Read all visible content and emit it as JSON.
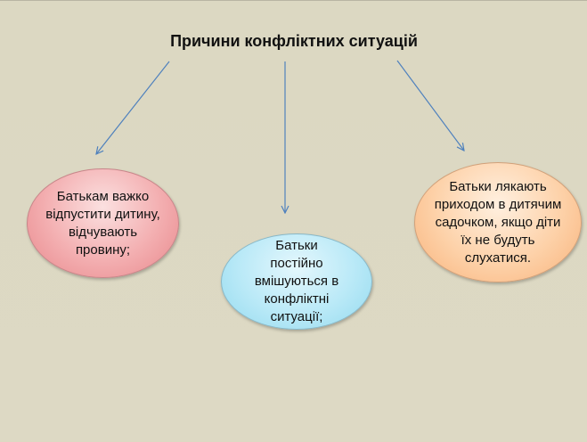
{
  "title": "Причини конфліктних ситуацій",
  "nodes": {
    "left": "Батькам важко відпустити дитину, відчувають провину;",
    "center": "Батьки постійно вмішуються в конфліктні ситуації;",
    "right": "Батьки лякають приходом в дитячим садочком, якщо діти їх не будуть слухатися."
  },
  "colors": {
    "background": "#ddd9c3",
    "arrow": "#4f81bd",
    "left_node": "#f3aeb0",
    "center_node": "#b9e9f7",
    "right_node": "#fdd1a8"
  }
}
